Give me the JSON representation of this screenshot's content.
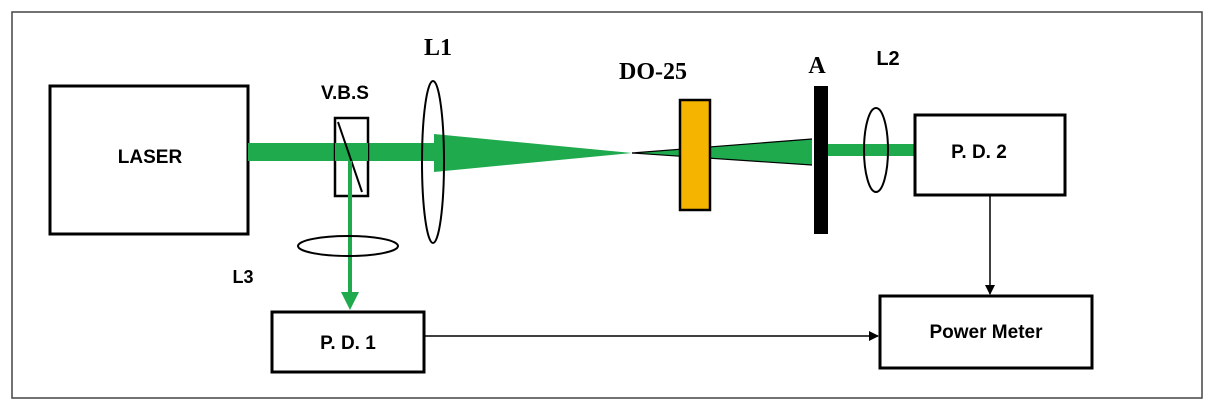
{
  "diagram": {
    "components": {
      "laser": "LASER",
      "beam_splitter": "V.B.S",
      "lens1": "L1",
      "sample": "DO-25",
      "aperture": "A",
      "lens2": "L2",
      "lens3": "L3",
      "detector1": "P. D. 1",
      "detector2": "P. D. 2",
      "power_meter": "Power Meter"
    },
    "colors": {
      "beam": "#1faa4e",
      "sample": "#f5b400",
      "stroke": "#000000"
    }
  }
}
